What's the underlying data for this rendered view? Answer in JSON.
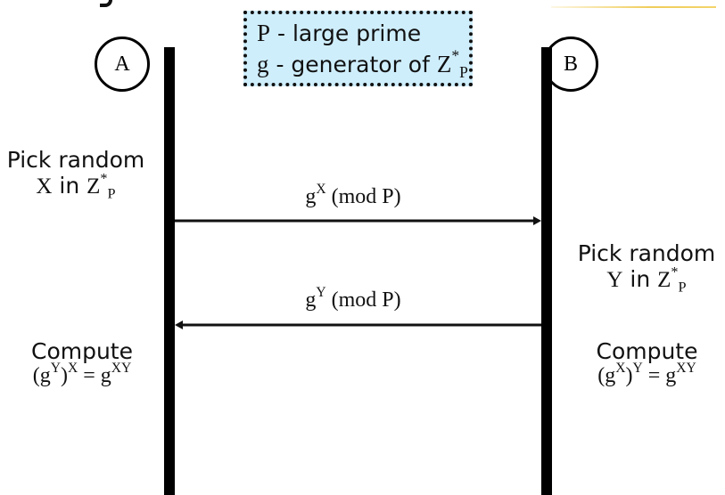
{
  "diagram": {
    "title_fragment": "y",
    "accent_color": "#f0cd5a",
    "parameter_box": {
      "fill_color": "#cfeefc",
      "line1": {
        "symbol": "P",
        "text": " - large prime"
      },
      "line2": {
        "symbol": "g",
        "text": " - generator of ",
        "group": "Z",
        "group_sup": "*",
        "group_sub": "P"
      }
    },
    "parties": {
      "a": {
        "label": "A"
      },
      "b": {
        "label": "B"
      }
    },
    "party_a_steps": {
      "pick": {
        "heading": "Pick random",
        "var": "X",
        "mid": " in ",
        "group": "Z",
        "sup": "*",
        "sub": "P"
      },
      "compute": {
        "heading": "Compute",
        "base": "g",
        "inner_exp": "Y",
        "outer_exp": "X",
        "equals": " = ",
        "result_base": "g",
        "result_exp": "XY"
      }
    },
    "party_b_steps": {
      "pick": {
        "heading": "Pick random",
        "var": "Y",
        "mid": " in ",
        "group": "Z",
        "sup": "*",
        "sub": "P"
      },
      "compute": {
        "heading": "Compute",
        "base": "g",
        "inner_exp": "X",
        "outer_exp": "Y",
        "equals": " = ",
        "result_base": "g",
        "result_exp": "XY"
      }
    },
    "messages": [
      {
        "from": "A",
        "to": "B",
        "base": "g",
        "exp": "X",
        "suffix": " (mod P)"
      },
      {
        "from": "B",
        "to": "A",
        "base": "g",
        "exp": "Y",
        "suffix": " (mod P)"
      }
    ]
  }
}
